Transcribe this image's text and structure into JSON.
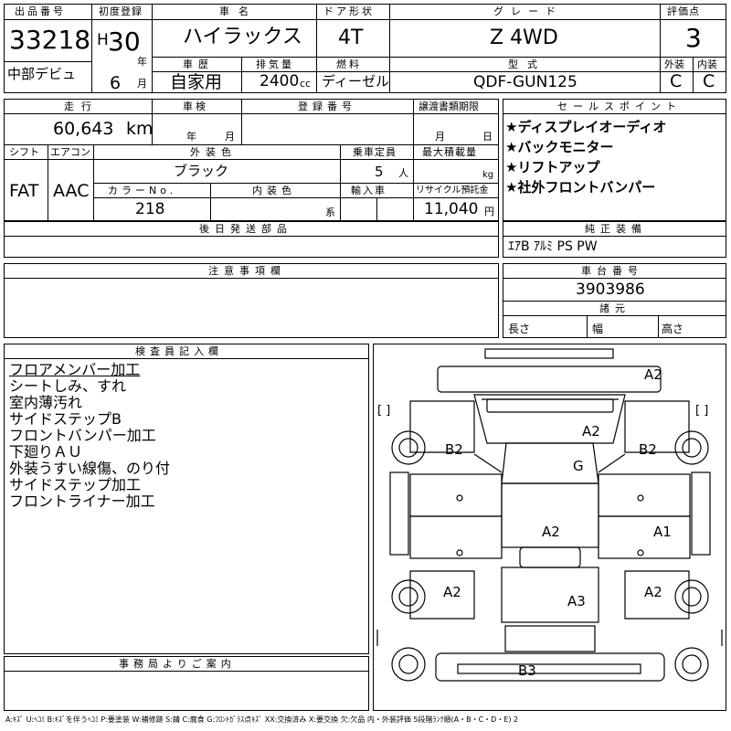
{
  "header": {
    "lot_label": "出品番号",
    "lot_number": "33218",
    "debut": "中部デビュ",
    "first_reg_label": "初度登録",
    "era_prefix": "H",
    "year_number": "30",
    "year_unit": "年",
    "month_number": "6",
    "month_unit": "月",
    "car_name_label": "車名",
    "car_name": "ハイラックス",
    "door_label": "ドア形状",
    "door": "4T",
    "grade_label": "グレード",
    "grade": "Z 4WD",
    "score_label": "評価点",
    "score": "3",
    "history_label": "車歴",
    "history": "自家用",
    "displacement_label": "排気量",
    "displacement": "2400",
    "displacement_unit": "cc",
    "fuel_label": "燃料",
    "fuel": "ディーゼル",
    "model_code_label": "型式",
    "model_code": "QDF-GUN125",
    "exterior_label": "外装",
    "exterior_grade": "C",
    "interior_label": "内装",
    "interior_grade": "C"
  },
  "details": {
    "mileage_label": "走行",
    "mileage": "60,643",
    "mileage_unit": "km",
    "inspection_label": "車検",
    "inspection_year_unit": "年",
    "inspection_month_unit": "月",
    "registration_label": "登録番号",
    "transfer_label": "譲渡書類期限",
    "transfer_month_unit": "月",
    "transfer_day_unit": "日",
    "shift_label": "シフト",
    "shift": "FAT",
    "aircon_label": "エアコン",
    "aircon": "AAC",
    "color_label": "外装色",
    "color": "ブラック",
    "capacity_label": "乗車定員",
    "capacity": "5",
    "capacity_unit": "人",
    "max_load_label": "最大積載量",
    "max_load_unit": "kg",
    "color_no_label": "カラーNo.",
    "color_no": "218",
    "interior_color_label": "内装色",
    "interior_color_unit": "系",
    "import_label": "輸入車",
    "recycle_label": "リサイクル預託金",
    "recycle_fee": "11,040",
    "recycle_unit": "円",
    "later_parts_label": "後日発送部品"
  },
  "sales_points": {
    "label": "セールスポイント",
    "items": [
      "★ディスプレイオーディオ",
      "★バックモニター",
      "★リフトアップ",
      "★社外フロントバンパー"
    ]
  },
  "genuine": {
    "label": "純正装備",
    "value": "ｴｱB ｱﾙﾐ PS PW"
  },
  "notes": {
    "label": "注意事項欄"
  },
  "chassis": {
    "label": "車台番号",
    "number": "3903986"
  },
  "specs": {
    "label": "諸元",
    "length_label": "長さ",
    "width_label": "幅",
    "height_label": "高さ"
  },
  "inspector": {
    "label": "検査員記入欄",
    "lines": [
      "フロアメンバー加工",
      "シートしみ、すれ",
      "室内薄汚れ",
      "サイドステップB",
      "フロントバンパー加工",
      "下廻りＡＵ",
      "外装うすい線傷、のり付",
      "サイドステップ加工",
      "フロントライナー加工"
    ]
  },
  "office": {
    "label": "事務局よりご案内"
  },
  "diagram": {
    "marks": [
      "A2",
      "A2",
      "B2",
      "B2",
      "G",
      "A2",
      "A1",
      "A2",
      "A3",
      "A2",
      "B3"
    ],
    "bracket_left": "[  ]",
    "bracket_right": "[  ]"
  },
  "legend": "A:ｷｽﾞ U:ﾍｺﾐ B:ｷｽﾞを伴うﾍｺﾐ P:要塗装 W:補修跡 S:錆 C:腐食 G:ﾌﾛﾝﾄｶﾞﾗｽ点ｷｽﾞ XX:交換済み X:要交換 欠:欠品 内・外装評価 5段階ﾗﾝｸ順(A・B・C・D・E) 2"
}
